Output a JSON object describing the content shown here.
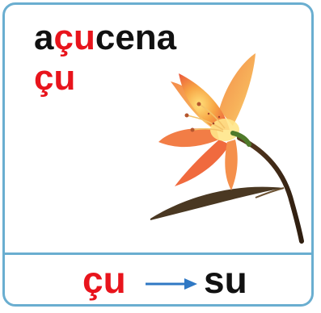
{
  "word": {
    "prefix": "a",
    "highlight": "çu",
    "suffix": "cena"
  },
  "syllable": "çu",
  "conversion": {
    "from": "çu",
    "to": "su",
    "arrow_icon": "right-arrow-icon"
  },
  "colors": {
    "border": "#6aaed0",
    "highlight": "#e8141c",
    "text": "#111111",
    "arrow": "#2f78c4"
  },
  "image": {
    "icon": "lily-flower-icon"
  }
}
